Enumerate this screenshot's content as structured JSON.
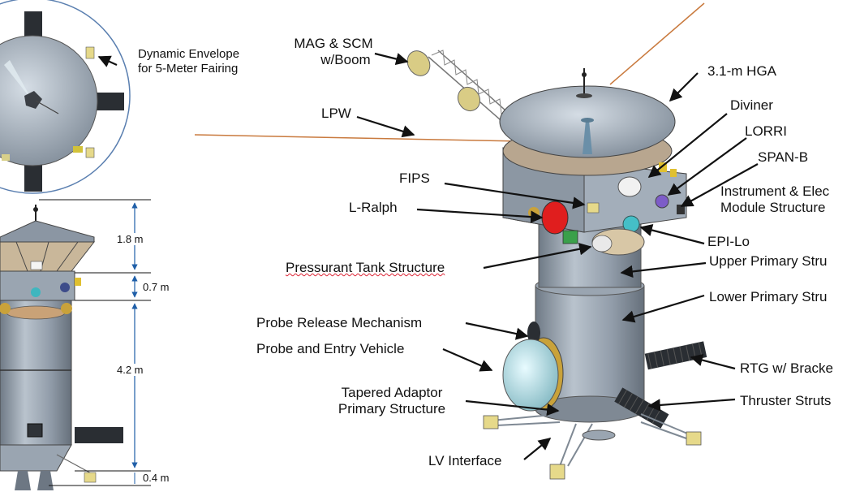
{
  "top_view": {
    "envelope_label": [
      "Dynamic Envelope",
      "for 5-Meter Fairing"
    ]
  },
  "side_view": {
    "dimensions": [
      "1.8 m",
      "0.7 m",
      "4.2 m",
      "0.4 m"
    ]
  },
  "labels": {
    "mag": [
      "MAG & SCM",
      "w/Boom"
    ],
    "lpw": "LPW",
    "hga": "3.1-m HGA",
    "diviner": "Diviner",
    "lorri": "LORRI",
    "span": "SPAN-B",
    "iems": [
      "Instrument & Elec",
      "Module Structure"
    ],
    "fips": "FIPS",
    "lralph": "L-Ralph",
    "epilo": "EPI-Lo",
    "upper": "Upper Primary Stru",
    "pressurant": "Pressurant Tank Structure",
    "lower": "Lower Primary Stru",
    "prm": "Probe Release Mechanism",
    "pev": "Probe and Entry Vehicle",
    "rtg": "RTG w/ Bracke",
    "tapered": [
      "Tapered Adaptor",
      "Primary Structure"
    ],
    "thruster": "Thruster Struts",
    "lv": "LV Interface"
  },
  "colors": {
    "body": "#8e99a6",
    "body_light": "#b7c1cc",
    "dish": "#9aa5b1",
    "boom": "#c98a4a",
    "red": "#e01e1e",
    "envelope": "#5a7fb0",
    "dim_line": "#1f5fa8"
  }
}
